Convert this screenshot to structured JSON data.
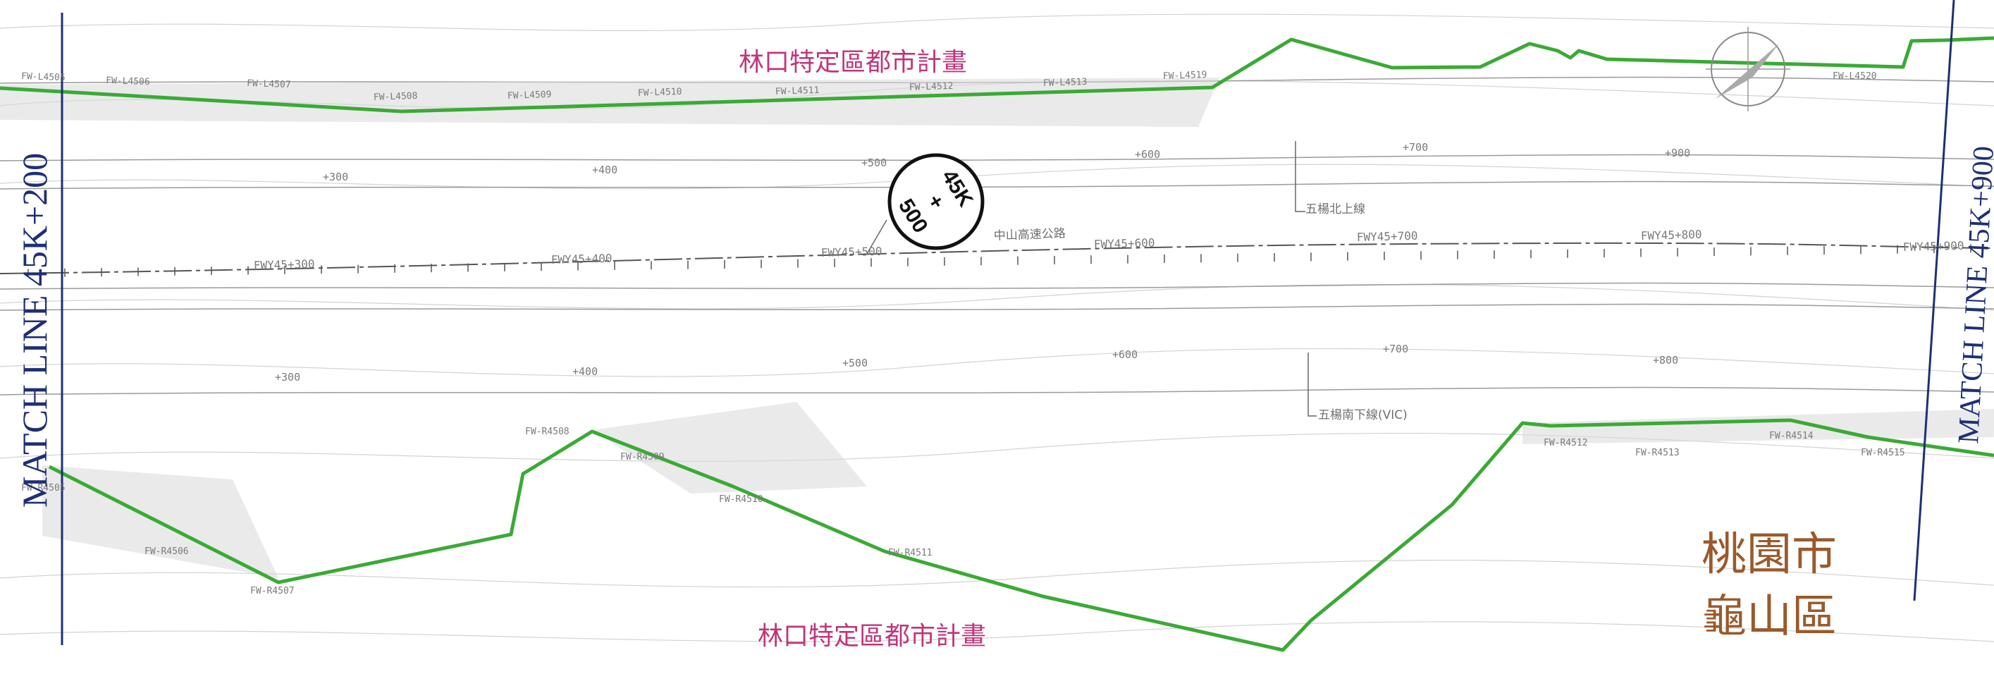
{
  "map": {
    "plan_labels": [
      "林口特定區都市計畫",
      "林口特定區都市計畫"
    ],
    "district": {
      "line1": "桃園市",
      "line2": "龜山區"
    },
    "match_lines": {
      "left": "MATCH LINE 45K+200",
      "right": "MATCH LINE 45K+900"
    },
    "station_marker": {
      "line1": "45K",
      "line2": "+",
      "line3": "500"
    },
    "road_labels": [
      "五楊北上線",
      "五楊南下線(VIC)",
      "中山高速公路"
    ],
    "centerline_labels": [
      "FWY45+300",
      "FWY45+400",
      "FWY45+500",
      "FWY45+600",
      "FWY45+700",
      "FWY45+800",
      "FWY45+900"
    ],
    "upper_chainage": [
      "+300",
      "+400",
      "+500",
      "+600",
      "+700",
      "+900"
    ],
    "lower_chainage": [
      "+300",
      "+400",
      "+500",
      "+600",
      "+700",
      "+800"
    ],
    "left_stakes": [
      "FW-L4505",
      "FW-L4506",
      "FW-L4507",
      "FW-L4508",
      "FW-L4509",
      "FW-L4510",
      "FW-L4511",
      "FW-L4512",
      "FW-L4513",
      "FW-L4519",
      "FW-L4520"
    ],
    "right_stakes": [
      "FW-R4505",
      "FW-R4506",
      "FW-R4507",
      "FW-R4508",
      "FW-R4509",
      "FW-R4510",
      "FW-R4511",
      "FW-R4512",
      "FW-R4513",
      "FW-R4514",
      "FW-R4515"
    ],
    "north_arrow_icon": "north-arrow",
    "colors": {
      "boundary": "#3aaa35",
      "plan_text": "#c0357a",
      "district_text": "#9a5a2c",
      "match_line": "#1e2f75",
      "linework": "#8c8c8c"
    }
  }
}
